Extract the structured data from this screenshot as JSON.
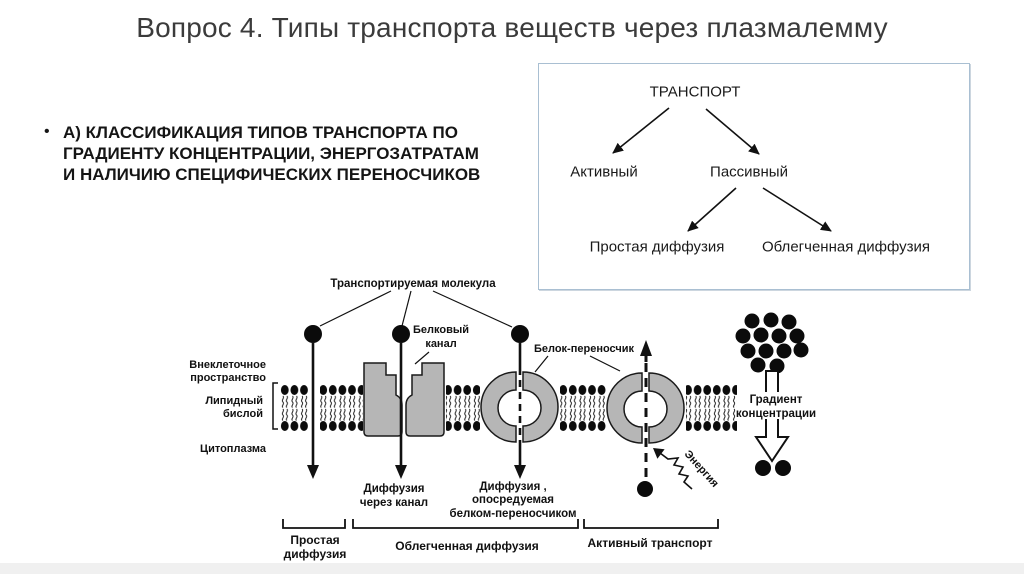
{
  "page": {
    "background": "#ffffff",
    "footer_strip_color": "#f0f0f0",
    "title_color": "#3b3b3b"
  },
  "title": "Вопрос 4. Типы транспорта веществ через плазмалемму",
  "bullet": {
    "marker": "•",
    "lines": [
      "А) КЛАССИФИКАЦИЯ ТИПОВ ТРАНСПОРТА ПО",
      "ГРАДИЕНТУ КОНЦЕНТРАЦИИ, ЭНЕРГОЗАТРАТАМ",
      "И НАЛИЧИЮ СПЕЦИФИЧЕСКИХ ПЕРЕНОСЧИКОВ"
    ]
  },
  "flowchart": {
    "border_color": "#a9bfd2",
    "root": "ТРАНСПОРТ",
    "active": "Активный",
    "passive": "Пассивный",
    "simple": "Простая диффузия",
    "facilitated": "Облегченная диффузия"
  },
  "diagram": {
    "colors": {
      "protein_fill": "#b6b6b6",
      "ink": "#111111"
    },
    "labels": {
      "molecule": "Транспортируемая молекула",
      "channel1": "Белковый",
      "channel2": "канал",
      "carrier": "Белок-переносчик",
      "extracell1": "Внеклеточное",
      "extracell2": "пространство",
      "lipid1": "Липидный",
      "lipid2": "бислой",
      "cytoplasm": "Цитоплазма",
      "diffchan1": "Диффузия",
      "diffchan2": "через канал",
      "diffcarr1": "Диффузия ,",
      "diffcarr2": "опосредуемая",
      "diffcarr3": "белком-переносчиком",
      "energy": "Энергия",
      "grad1": "Градиент",
      "grad2": "концентрации",
      "simple1": "Простая",
      "simple2": "диффузия",
      "facilitated": "Облегченная диффузия",
      "active": "Активный транспорт"
    }
  }
}
